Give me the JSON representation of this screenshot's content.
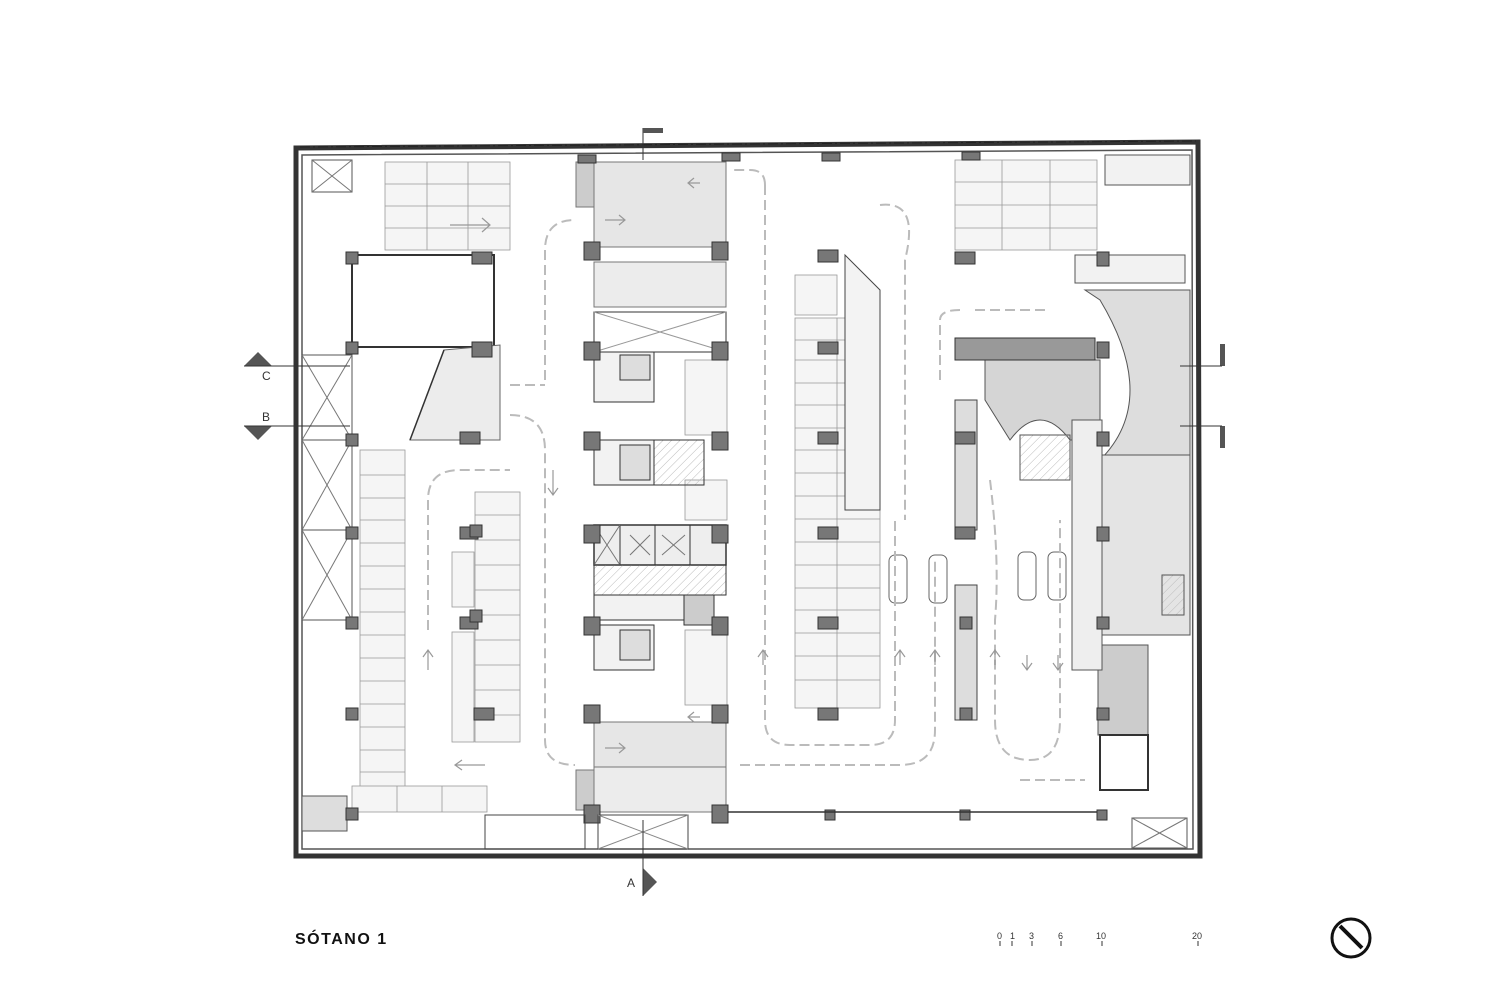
{
  "drawing": {
    "title": "SÓTANO 1",
    "section_marks": {
      "a": "A",
      "b": "B",
      "c": "C"
    },
    "scale_bar": {
      "ticks": [
        "0",
        "1",
        "3",
        "6",
        "10",
        "20"
      ]
    },
    "north_arrow": "north-arrow-icon"
  }
}
